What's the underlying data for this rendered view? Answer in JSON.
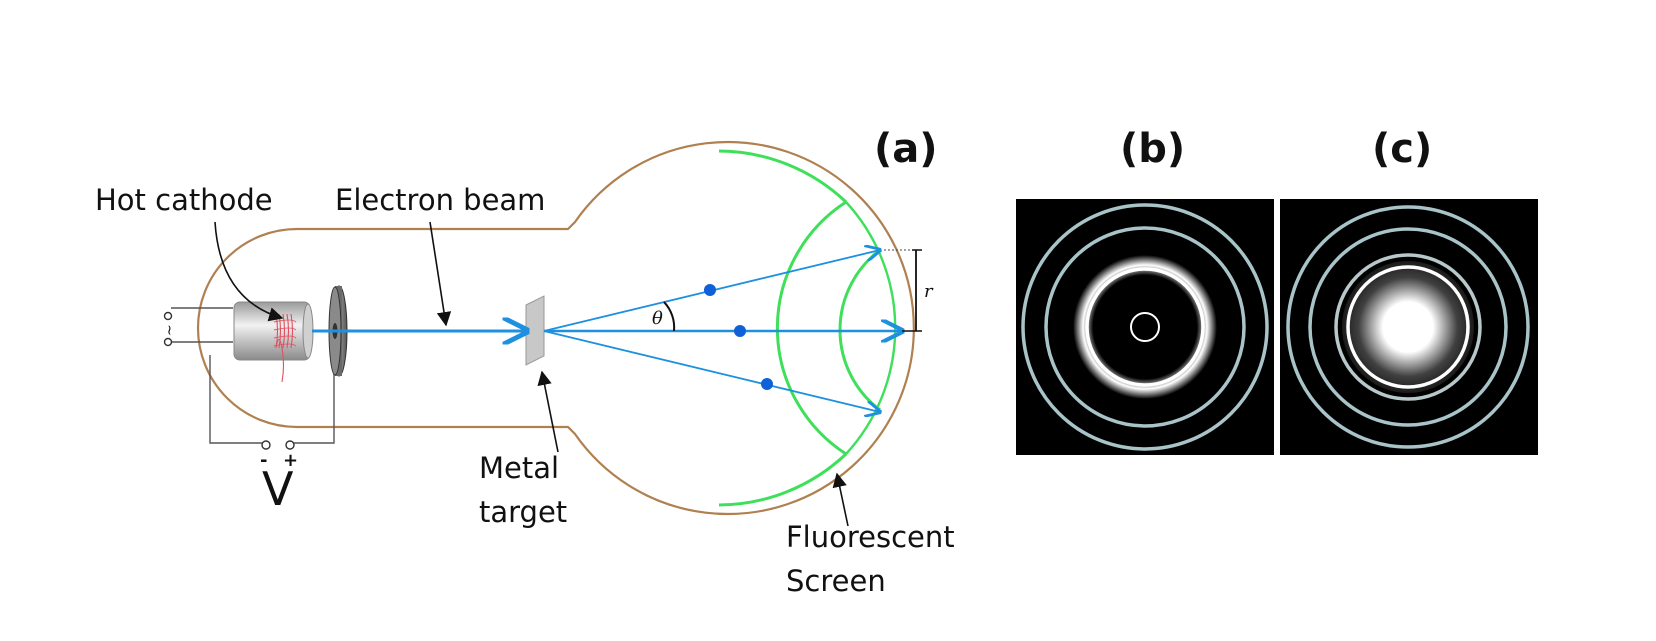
{
  "labels": {
    "hot_cathode": "Hot cathode",
    "electron_beam": "Electron beam",
    "metal_target_line1": "Metal",
    "metal_target_line2": "target",
    "fluorescent_line1": "Fluorescent",
    "fluorescent_line2": "Screen",
    "voltage": "V",
    "minus": "-",
    "plus": "+",
    "ac_symbol": "~",
    "theta": "θ",
    "radius": "r"
  },
  "panels": {
    "a": "(a)",
    "b": "(b)",
    "c": "(c)"
  },
  "colors": {
    "tube_outline": "#b08050",
    "screen": "#3ee05a",
    "beam": "#1e90e0",
    "electron_dot": "#1060d8",
    "pattern_bg": "#000000",
    "ring_outer": "#a8c4c8",
    "ring_inner": "#ffffff",
    "filament": "#e05060"
  }
}
